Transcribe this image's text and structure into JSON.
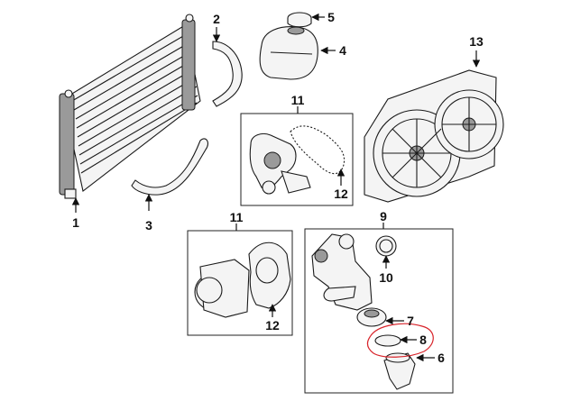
{
  "callouts": {
    "c1": "1",
    "c2": "2",
    "c3": "3",
    "c4": "4",
    "c5": "5",
    "c6": "6",
    "c7": "7",
    "c8": "8",
    "c9": "9",
    "c10": "10",
    "c11a": "11",
    "c11b": "11",
    "c12a": "12",
    "c12b": "12",
    "c13": "13"
  },
  "colors": {
    "highlight": "#d8232a",
    "line": "#1a1a1a",
    "background": "#ffffff"
  },
  "highlighted_callout": "8"
}
